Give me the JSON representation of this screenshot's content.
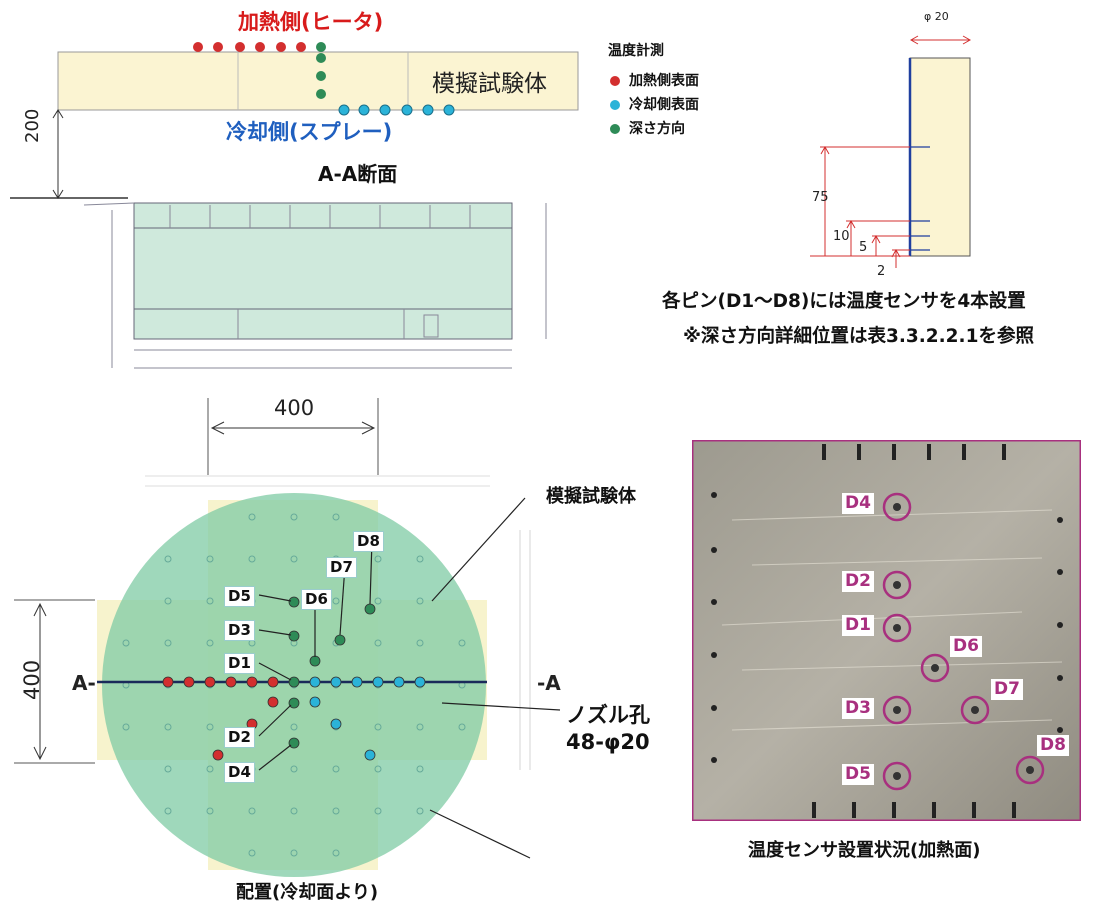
{
  "cross_section": {
    "heating_side": "加熱側(ヒータ)",
    "cooling_side": "冷却側(スプレー)",
    "specimen": "模擬試験体",
    "section_title": "A-A断面",
    "distance": "200"
  },
  "legend": {
    "title": "温度計測",
    "items": [
      {
        "label": "加熱側表面",
        "color": "#d32f2f"
      },
      {
        "label": "冷却側表面",
        "color": "#2bb3d8"
      },
      {
        "label": "深さ方向",
        "color": "#2e8b57"
      }
    ]
  },
  "pin_detail": {
    "diameter": "φ 20",
    "dims": [
      "75",
      "10",
      "5",
      "2"
    ],
    "note_line1": "各ピン(D1～D8)には温度センサを4本設置",
    "note_line2": "※深さ方向詳細位置は表3.3.2.2.1を参照"
  },
  "layout": {
    "width_dim": "400",
    "height_dim": "400",
    "section_left": "A-",
    "section_right": "-A",
    "specimen": "模擬試験体",
    "nozzle_line1": "ノズル孔",
    "nozzle_line2": "48-φ20",
    "caption": "配置(冷却面より)",
    "pins": [
      "D1",
      "D2",
      "D3",
      "D4",
      "D5",
      "D6",
      "D7",
      "D8"
    ]
  },
  "photo": {
    "caption": "温度センサ設置状況(加熱面)",
    "labels": [
      "D4",
      "D2",
      "D1",
      "D6",
      "D3",
      "D7",
      "D5",
      "D8"
    ]
  },
  "colors": {
    "heating": "#d32f2f",
    "cooling": "#2bb3d8",
    "depth": "#2e8b57",
    "pin_circle": "#b03a9a"
  }
}
